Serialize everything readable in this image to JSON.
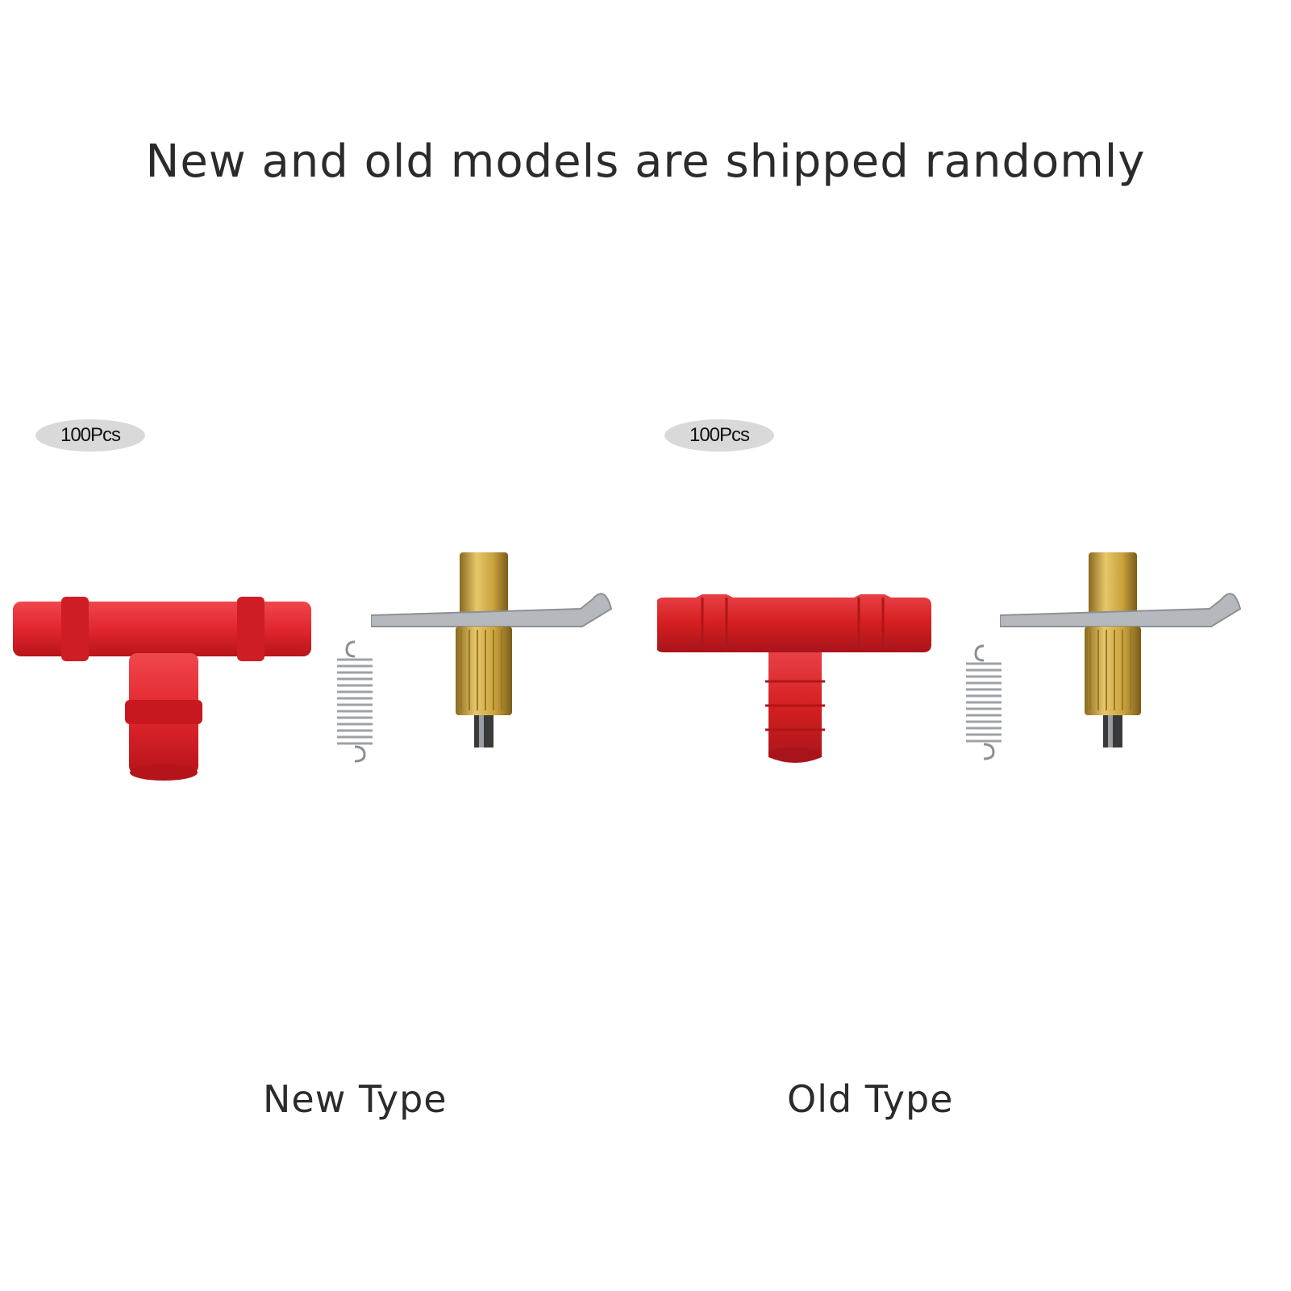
{
  "headline": "New and old models are shipped randomly",
  "panels": [
    {
      "quantity": "100Pcs",
      "label": "New Type"
    },
    {
      "quantity": "100Pcs",
      "label": "Old Type"
    }
  ],
  "colors": {
    "red_new": "#e2262e",
    "red_old": "#d41f20",
    "brass": "#c9a23c",
    "steel": "#a9adb1",
    "badge": "#d9d9d9"
  },
  "icons": [
    "tee-connector-icon",
    "spring-icon",
    "nipple-drinker-icon"
  ]
}
